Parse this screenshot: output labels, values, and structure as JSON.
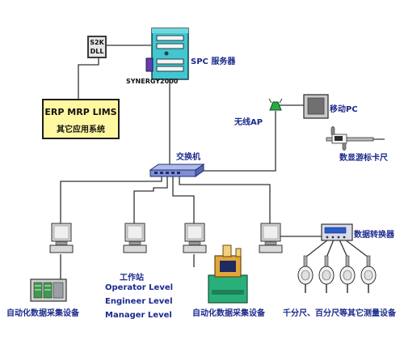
{
  "dll": {
    "line1": "S2K",
    "line2": "DLL"
  },
  "erp": {
    "line1": "ERP MRP LIMS",
    "line2": "其它应用系统"
  },
  "server": {
    "label": "SPC 服务器",
    "brand": "SYNERGY2000"
  },
  "wireless_ap": {
    "label": "无线AP"
  },
  "mobile_pc": {
    "label": "移动PC"
  },
  "caliper": {
    "label": "数显游标卡尺"
  },
  "switch": {
    "label": "交换机"
  },
  "converter": {
    "label": "数据转换器"
  },
  "workstation": {
    "label": "工作站",
    "levels": [
      "Operator Level",
      "Engineer Level",
      "Manager Level"
    ]
  },
  "auto_device_1": {
    "label": "自动化数据采集设备"
  },
  "auto_device_2": {
    "label": "自动化数据采集设备"
  },
  "gauges": {
    "label": "千分尺、百分尺等其它测量设备"
  },
  "colors": {
    "line": "#333333",
    "label_blue": "#1b2a8c",
    "server_teal": "#42c6cf",
    "erp_yellow": "#fff8a0",
    "switch_blue": "#7f8fd0"
  }
}
